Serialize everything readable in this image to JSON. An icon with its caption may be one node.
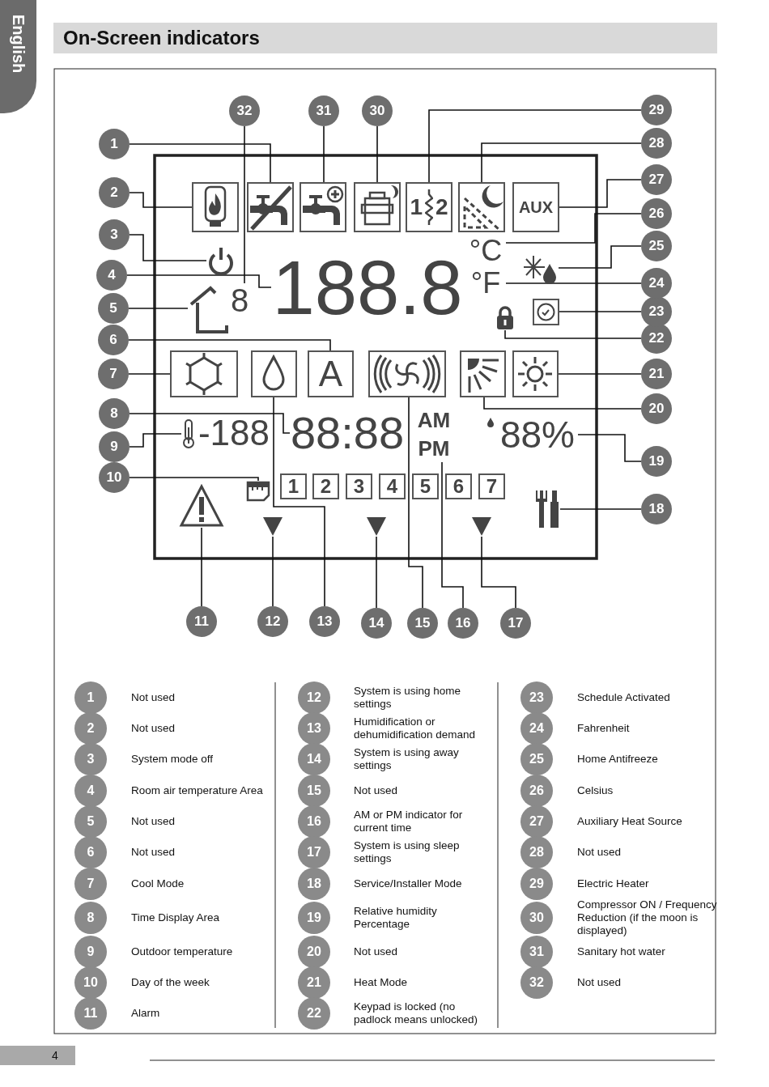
{
  "diagram": {
    "title": "On-Screen indicators",
    "nodes": [
      {
        "text": [
          "1"
        ]
      },
      {
        "text": [
          "2"
        ]
      },
      {
        "text": [
          "3"
        ]
      },
      {
        "text": [
          "4"
        ]
      },
      {
        "text": [
          "5"
        ]
      },
      {
        "text": [
          "6"
        ]
      },
      {
        "text": [
          "7"
        ]
      },
      {
        "text": [
          "8"
        ]
      },
      {
        "text": [
          "9"
        ]
      },
      {
        "text": [
          "10"
        ]
      },
      {
        "text": [
          "11"
        ]
      },
      {
        "text": [
          "12"
        ]
      },
      {
        "text": [
          "13"
        ]
      },
      {
        "text": [
          "14"
        ]
      },
      {
        "text": [
          "15"
        ]
      },
      {
        "text": [
          "16"
        ]
      },
      {
        "text": [
          "17"
        ]
      },
      {
        "text": [
          "18"
        ]
      },
      {
        "text": [
          "19"
        ]
      },
      {
        "text": [
          "20"
        ]
      },
      {
        "text": [
          "21"
        ]
      },
      {
        "text": [
          "22"
        ]
      },
      {
        "text": [
          "23"
        ]
      },
      {
        "text": [
          "24"
        ]
      },
      {
        "text": [
          "25"
        ]
      },
      {
        "text": [
          "26"
        ]
      },
      {
        "text": [
          "27"
        ]
      },
      {
        "text": [
          "28"
        ]
      },
      {
        "text": [
          "29"
        ]
      },
      {
        "text": [
          "30"
        ]
      },
      {
        "text": [
          "31"
        ]
      },
      {
        "text": [
          "32"
        ]
      },
      {
        "text": [],
        "shape": "box"
      },
      {
        "text": [],
        "shape": "box"
      },
      {
        "text": [],
        "shape": "picture"
      },
      {
        "text": [
          "188.8"
        ]
      },
      {
        "text": [],
        "shape": "picture"
      },
      {
        "text": [
          "A"
        ]
      },
      {
        "text": [],
        "shape": "box"
      },
      {
        "text": [
          "88:88"
        ]
      },
      {
        "text": [],
        "shape": "picture"
      },
      {
        "text": [],
        "shape": "picture"
      },
      {
        "text": [],
        "shape": "picture"
      },
      {
        "text": [],
        "shape": "picture"
      },
      {
        "text": [],
        "shape": "box"
      },
      {
        "text": [],
        "shape": "picture"
      },
      {
        "text": [],
        "shape": "box"
      },
      {
        "text": [
          "PM"
        ]
      },
      {
        "text": [],
        "shape": "picture"
      },
      {
        "text": [],
        "shape": "picture"
      },
      {
        "text": [
          "88%"
        ]
      },
      {
        "text": [],
        "shape": "box"
      },
      {
        "text": [],
        "shape": "box"
      },
      {
        "text": [],
        "shape": "padlock"
      },
      {
        "text": [],
        "shape": "box"
      },
      {
        "text": [
          "°F"
        ]
      },
      {
        "text": [],
        "shape": "picture"
      },
      {
        "text": [
          "°C"
        ]
      },
      {
        "text": [
          "AUX"
        ]
      },
      {
        "text": [],
        "shape": "box"
      },
      {
        "text": [
          "1",
          "2"
        ]
      },
      {
        "text": [],
        "shape": "box"
      },
      {
        "text": [],
        "shape": "box"
      },
      {
        "text": [
          "8"
        ]
      }
    ],
    "edges": [
      {
        "from": 0,
        "to": 32,
        "arrow": "none"
      },
      {
        "from": 1,
        "to": 33,
        "arrow": "none"
      },
      {
        "from": 2,
        "to": 34,
        "arrow": "none"
      },
      {
        "from": 3,
        "to": 35,
        "arrow": "none"
      },
      {
        "from": 4,
        "to": 36,
        "arrow": "none"
      },
      {
        "from": 5,
        "to": 37,
        "arrow": "none"
      },
      {
        "from": 6,
        "to": 38,
        "arrow": "none"
      },
      {
        "from": 7,
        "to": 39,
        "arrow": "none"
      },
      {
        "from": 8,
        "to": 40,
        "arrow": "none"
      },
      {
        "from": 9,
        "to": 41,
        "arrow": "none"
      },
      {
        "from": 10,
        "to": 42,
        "arrow": "none"
      },
      {
        "from": 11,
        "to": 43,
        "arrow": "none"
      },
      {
        "from": 12,
        "to": 44,
        "arrow": "none"
      },
      {
        "from": 13,
        "to": 45,
        "arrow": "none"
      },
      {
        "from": 14,
        "to": 46,
        "arrow": "none"
      },
      {
        "from": 15,
        "to": 47,
        "arrow": "none"
      },
      {
        "from": 16,
        "to": 48,
        "arrow": "none"
      },
      {
        "from": 17,
        "to": 49,
        "arrow": "none"
      },
      {
        "from": 18,
        "to": 50,
        "arrow": "none"
      },
      {
        "from": 19,
        "to": 51,
        "arrow": "none"
      },
      {
        "from": 20,
        "to": 52,
        "arrow": "none"
      },
      {
        "from": 21,
        "to": 53,
        "arrow": "none"
      },
      {
        "from": 22,
        "to": 54,
        "arrow": "none"
      },
      {
        "from": 23,
        "to": 55,
        "arrow": "none"
      },
      {
        "from": 24,
        "to": 56,
        "arrow": "none"
      },
      {
        "from": 25,
        "to": 57,
        "arrow": "none"
      },
      {
        "from": 26,
        "to": 58,
        "arrow": "none"
      },
      {
        "from": 27,
        "to": 59,
        "arrow": "none"
      },
      {
        "from": 28,
        "to": 60,
        "arrow": "none"
      },
      {
        "from": 29,
        "to": 61,
        "arrow": "none"
      },
      {
        "from": 30,
        "to": 62,
        "arrow": "none"
      },
      {
        "from": 31,
        "to": 63,
        "arrow": "none"
      }
    ],
    "labels": [
      "English",
      "-188",
      "AM",
      "1",
      "2",
      "3",
      "4",
      "5",
      "6",
      "7",
      "1",
      "Not used",
      "2",
      "Not used",
      "3",
      "System mode off",
      "4",
      "Room air temperature Area",
      "5",
      "Not used",
      "6",
      "Not used",
      "7",
      "Cool Mode",
      "8",
      "Time Display Area",
      "9",
      "Outdoor temperature",
      "10",
      "Day of the week",
      "11",
      "Alarm",
      "12",
      "System is using home settings",
      "13",
      "Humidification or dehumidification demand",
      "14",
      "System is using away settings",
      "15",
      "Not used",
      "16",
      "AM or PM indicator for current time",
      "17",
      "System is using sleep settings",
      "18",
      "Service/Installer Mode",
      "19",
      "Relative humidity Percentage",
      "20",
      "Not used",
      "21",
      "Heat Mode",
      "22",
      "Keypad is locked (no padlock means unlocked)",
      "23",
      "Schedule Activated",
      "24",
      "Fahrenheit",
      "25",
      "Home Antifreeze",
      "26",
      "Celsius",
      "27",
      "Auxiliary Heat Source",
      "28",
      "Not used",
      "29",
      "Electric Heater",
      "30",
      "Compressor ON / Frequency Reduction (if the moon is displayed)",
      "31",
      "Sanitary hot water",
      "32",
      "Not used",
      "4"
    ]
  }
}
